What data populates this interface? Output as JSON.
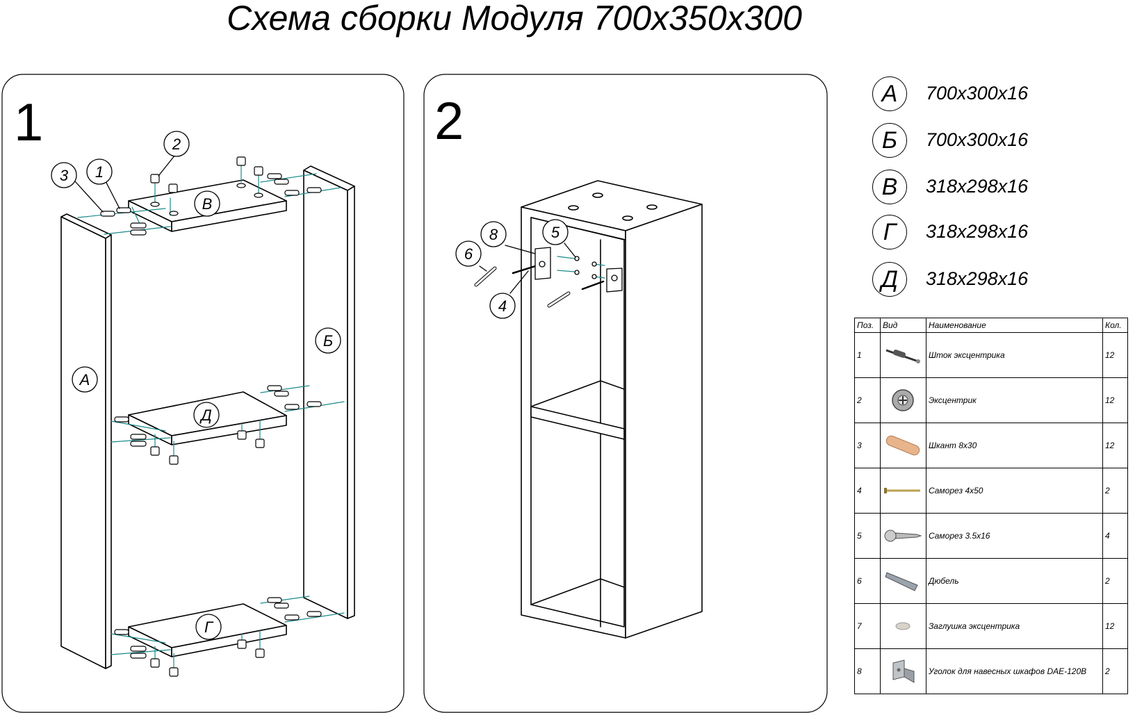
{
  "title": "Схема сборки Модуля 700х350х300",
  "panels": [
    {
      "number": "1"
    },
    {
      "number": "2"
    }
  ],
  "callouts": {
    "p1": [
      "3",
      "1",
      "2",
      "В",
      "Б",
      "А",
      "Д",
      "Г"
    ],
    "p2": [
      "8",
      "5",
      "6",
      "4"
    ]
  },
  "specs": [
    {
      "letter": "А",
      "dims": "700x300x16"
    },
    {
      "letter": "Б",
      "dims": "700x300x16"
    },
    {
      "letter": "В",
      "dims": "318x298x16"
    },
    {
      "letter": "Г",
      "dims": "318x298x16"
    },
    {
      "letter": "Д",
      "dims": "318x298x16"
    }
  ],
  "parts_table": {
    "headers": {
      "pos": "Поз.",
      "view": "Вид",
      "name": "Наименование",
      "qty": "Кол."
    },
    "rows": [
      {
        "pos": "1",
        "icon": "cam-rod-icon",
        "name": "Шток эксцентрика",
        "qty": "12"
      },
      {
        "pos": "2",
        "icon": "cam-lock-icon",
        "name": "Эксцентрик",
        "qty": "12"
      },
      {
        "pos": "3",
        "icon": "dowel-icon",
        "name": "Шкант 8х30",
        "qty": "12"
      },
      {
        "pos": "4",
        "icon": "long-screw-icon",
        "name": "Саморез 4х50",
        "qty": "2"
      },
      {
        "pos": "5",
        "icon": "short-screw-icon",
        "name": "Саморез 3.5х16",
        "qty": "4"
      },
      {
        "pos": "6",
        "icon": "wall-plug-icon",
        "name": "Дюбель",
        "qty": "2"
      },
      {
        "pos": "7",
        "icon": "cam-cap-icon",
        "name": "Заглушка эксцентрика",
        "qty": "12"
      },
      {
        "pos": "8",
        "icon": "cabinet-bracket-icon",
        "name": "Уголок для навесных шкафов DAE-120B",
        "qty": "2"
      }
    ]
  }
}
